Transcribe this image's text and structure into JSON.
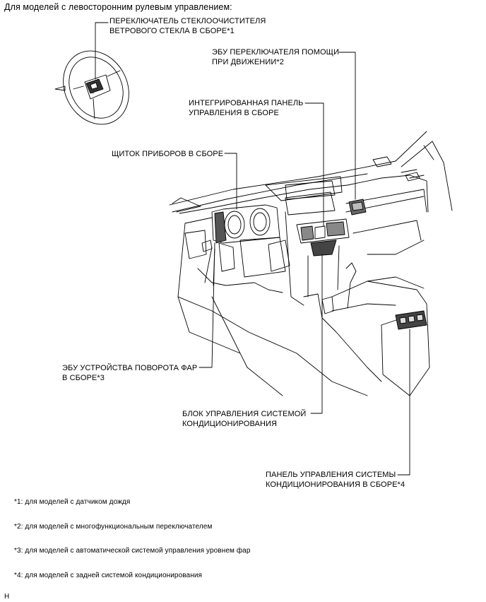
{
  "heading": "Для моделей с левосторонним рулевым управлением:",
  "callouts": {
    "wiper_switch": [
      "ПЕРЕКЛЮЧАТЕЛЬ СТЕКЛООЧИСТИТЕЛЯ",
      "ВЕТРОВОГО СТЕКЛА В СБОРЕ*1"
    ],
    "drive_assist_ecu": [
      "ЭБУ ПЕРЕКЛЮЧАТЕЛЯ ПОМОЩИ",
      "ПРИ ДВИЖЕНИИ*2"
    ],
    "integrated_panel": [
      "ИНТЕГРИРОВАННАЯ ПАНЕЛЬ",
      "УПРАВЛЕНИЯ В СБОРЕ"
    ],
    "instrument_cluster": [
      "ЩИТОК ПРИБОРОВ В СБОРЕ"
    ],
    "headlamp_swivel_ecu": [
      "ЭБУ УСТРОЙСТВА ПОВОРОТА ФАР",
      "В СБОРЕ*3"
    ],
    "ac_amplifier": [
      "БЛОК УПРАВЛЕНИЯ СИСТЕМОЙ",
      "КОНДИЦИОНИРОВАНИЯ"
    ],
    "rear_ac_panel": [
      "ПАНЕЛЬ УПРАВЛЕНИЯ СИСТЕМЫ",
      "КОНДИЦИОНИРОВАНИЯ В СБОРЕ*4"
    ]
  },
  "footnotes": [
    "*1: для моделей с датчиком дождя",
    "*2: для моделей с многофункциональным переключателем",
    "*3: для моделей с автоматической системой управления уровнем фар",
    "*4: для моделей с задней системой кондиционирования"
  ],
  "figure_code": "H"
}
